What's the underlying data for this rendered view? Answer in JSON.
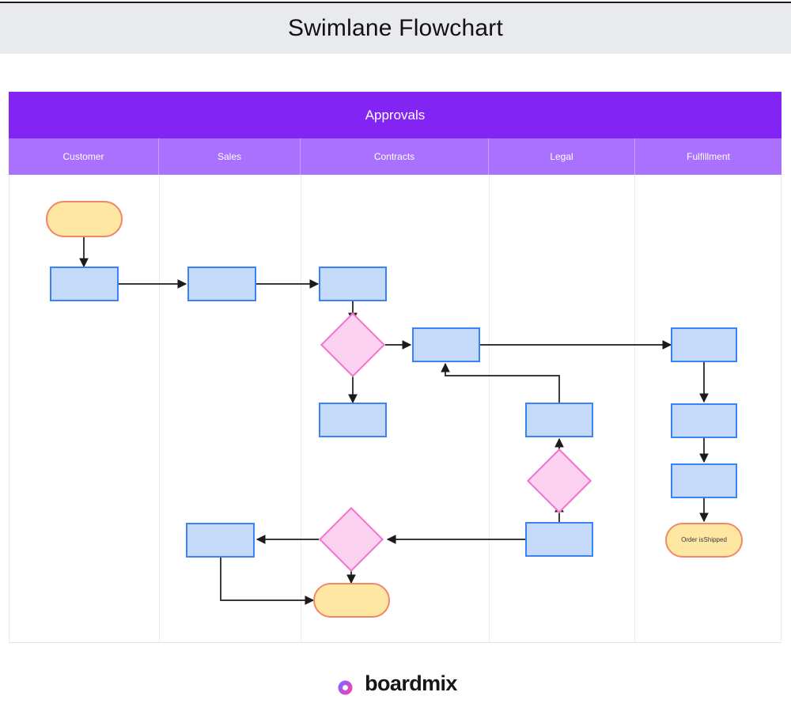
{
  "titlebar": {
    "title": "Swimlane Flowchart"
  },
  "pool": {
    "title": "Approvals",
    "header_color": "#8225f4",
    "lane_header_color": "#a971fd",
    "lanes": [
      {
        "label": "Customer"
      },
      {
        "label": "Sales"
      },
      {
        "label": "Contracts"
      },
      {
        "label": "Legal"
      },
      {
        "label": "Fulfillment"
      }
    ]
  },
  "diagram": {
    "colors": {
      "process_fill": "#c5daf9",
      "process_stroke": "#3b82f6",
      "terminal_fill": "#fde7a3",
      "terminal_stroke": "#f2866a",
      "decision_fill": "#fbd3f1",
      "decision_stroke": "#f472d0",
      "connector": "#1b1b1b"
    },
    "nodes": [
      {
        "id": "n1",
        "type": "terminal",
        "lane": "Customer",
        "label": ""
      },
      {
        "id": "n2",
        "type": "process",
        "lane": "Customer",
        "label": ""
      },
      {
        "id": "n3",
        "type": "process",
        "lane": "Sales",
        "label": ""
      },
      {
        "id": "n4",
        "type": "process",
        "lane": "Contracts",
        "label": ""
      },
      {
        "id": "n5",
        "type": "decision",
        "lane": "Contracts",
        "label": ""
      },
      {
        "id": "n6",
        "type": "process",
        "lane": "Contracts",
        "label": ""
      },
      {
        "id": "n7",
        "type": "process",
        "lane": "Contracts",
        "label": ""
      },
      {
        "id": "n8",
        "type": "process",
        "lane": "Fulfillment",
        "label": ""
      },
      {
        "id": "n9",
        "type": "process",
        "lane": "Legal",
        "label": ""
      },
      {
        "id": "n10",
        "type": "decision",
        "lane": "Legal",
        "label": ""
      },
      {
        "id": "n11",
        "type": "process",
        "lane": "Legal",
        "label": ""
      },
      {
        "id": "n12",
        "type": "process",
        "lane": "Fulfillment",
        "label": ""
      },
      {
        "id": "n13",
        "type": "process",
        "lane": "Fulfillment",
        "label": ""
      },
      {
        "id": "n14",
        "type": "terminal",
        "lane": "Fulfillment",
        "label": "Order is\nShipped"
      },
      {
        "id": "n15",
        "type": "process",
        "lane": "Sales",
        "label": ""
      },
      {
        "id": "n16",
        "type": "decision",
        "lane": "Contracts",
        "label": ""
      },
      {
        "id": "n17",
        "type": "terminal",
        "lane": "Contracts",
        "label": ""
      }
    ],
    "terminal_shipped_line1": "Order is",
    "terminal_shipped_line2": "Shipped"
  },
  "footer": {
    "brand": "boardmix"
  }
}
